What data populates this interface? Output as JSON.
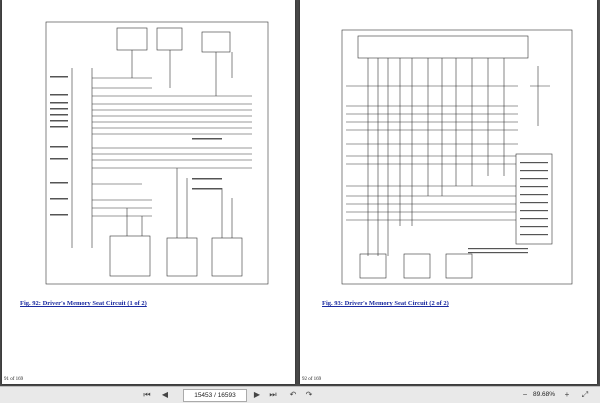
{
  "left_page": {
    "caption": "Fig. 92: Driver's Memory Seat Circuit (1 of 2)",
    "page_number": "91 of 169"
  },
  "right_page": {
    "caption": "Fig. 93: Driver's Memory Seat Circuit (2 of 2)",
    "page_number": "92 of 169"
  },
  "toolbar": {
    "first_icon": "⏮",
    "prev_icon": "◀",
    "page_value": "15453 / 16593",
    "next_icon": "▶",
    "last_icon": "⏭",
    "back_icon": "↶",
    "forward_icon": "↷",
    "zoom_out_icon": "−",
    "zoom_value": "89.68%",
    "zoom_in_icon": "+",
    "fit_icon": "⤢"
  }
}
